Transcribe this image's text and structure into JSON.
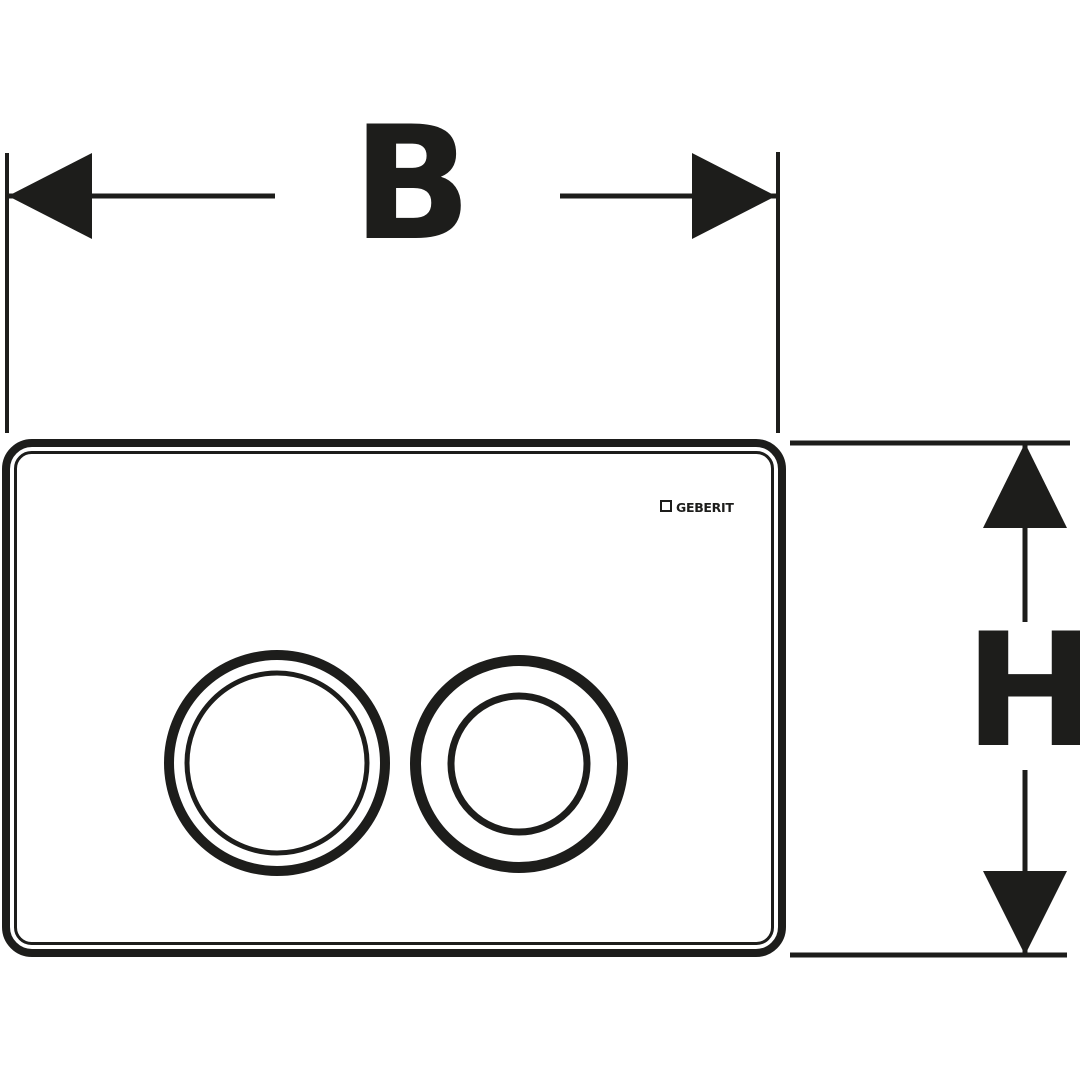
{
  "colors": {
    "ink": "#1d1d1b",
    "background": "#ffffff"
  },
  "dimensions": {
    "width_label": "B",
    "height_label": "H"
  },
  "plate": {
    "brand": "GEBERIT",
    "logo_square_icon": "square-outline",
    "buttons": [
      {
        "name": "large flush button",
        "style": "wide ring"
      },
      {
        "name": "small flush button",
        "style": "small inner circle"
      }
    ]
  },
  "icons": {
    "arrow_left": "left-filled-triangle",
    "arrow_right": "right-filled-triangle",
    "arrow_up": "up-filled-triangle",
    "arrow_down": "down-filled-triangle"
  }
}
